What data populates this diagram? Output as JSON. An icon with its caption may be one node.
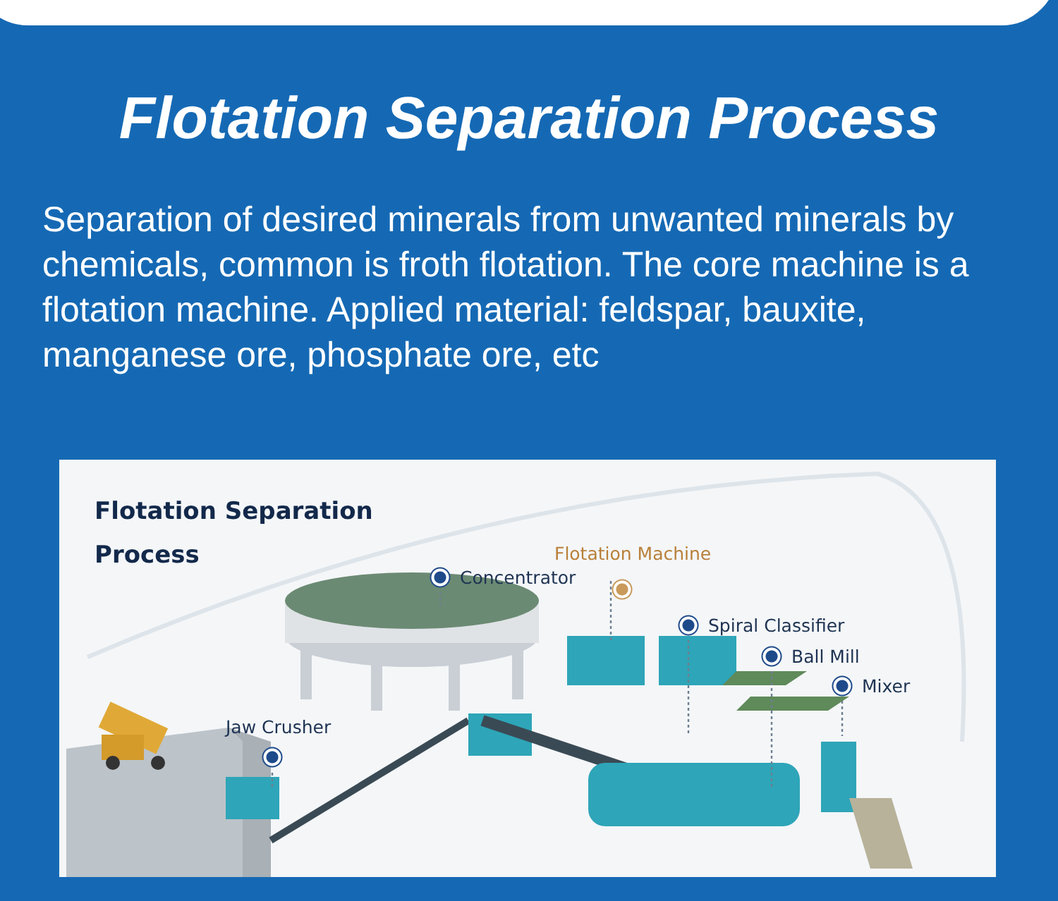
{
  "diagram": {
    "title": "Flotation Separation Process",
    "nodes": [
      {
        "text": [
          "Flotation Machine"
        ]
      },
      {
        "text": [
          "Concentrator"
        ]
      },
      {
        "text": [
          "Spiral Classifier"
        ]
      },
      {
        "text": [
          "Ball Mill"
        ]
      },
      {
        "text": [
          "Mixer"
        ]
      },
      {
        "text": [
          "Jaw Crusher"
        ]
      }
    ],
    "edges": [
      {
        "from": 0,
        "to": null,
        "arrow": "none",
        "style": "dashed"
      },
      {
        "from": 1,
        "to": null,
        "arrow": "none",
        "style": "dashed"
      },
      {
        "from": 2,
        "to": null,
        "arrow": "none",
        "style": "dashed"
      },
      {
        "from": 3,
        "to": null,
        "arrow": "none",
        "style": "dashed"
      },
      {
        "from": 4,
        "to": null,
        "arrow": "none",
        "style": "dashed"
      },
      {
        "from": 5,
        "to": null,
        "arrow": "none",
        "style": "dashed"
      }
    ],
    "labels": [
      "Separation of desired minerals from unwanted minerals by chemicals, common is froth flotation. The core machine is a flotation machine. Applied material: feldspar, bauxite, manganese ore, phosphate ore, etc",
      "Flotation Separation Process"
    ]
  }
}
